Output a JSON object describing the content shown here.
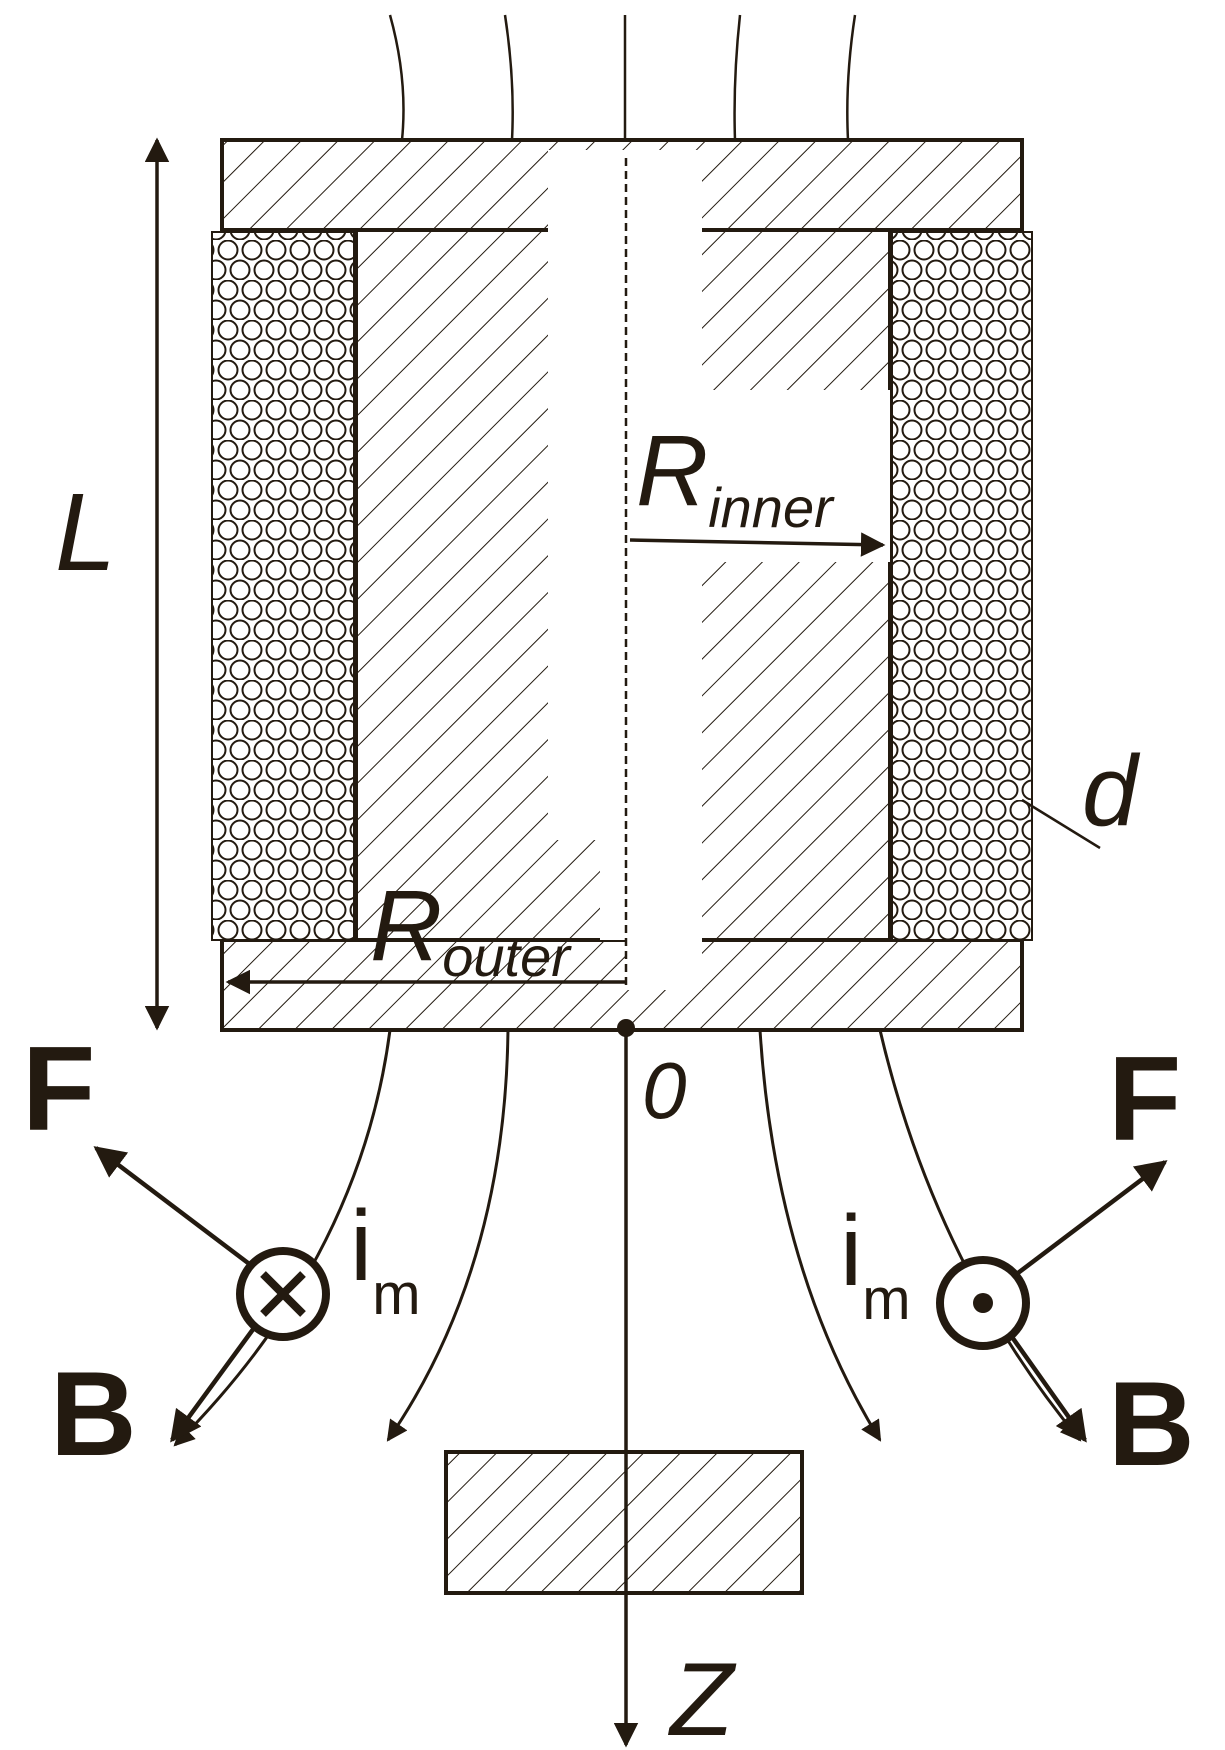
{
  "labels": {
    "length": "L",
    "inner_radius_symbol": "R",
    "inner_radius_sub": "inner",
    "outer_radius_symbol": "R",
    "outer_radius_sub": "outer",
    "wire_diameter": "d",
    "origin": "0",
    "axis": "Z",
    "force_left": "F",
    "force_right": "F",
    "field_left": "B",
    "field_right": "B",
    "current_left_symbol": "i",
    "current_left_sub": "m",
    "current_right_symbol": "i",
    "current_right_sub": "m"
  },
  "colors": {
    "ink": "#231a10",
    "background": "#ffffff"
  },
  "icons": {
    "current_into_page": "circle-cross-icon",
    "current_out_of_page": "circle-dot-icon"
  }
}
